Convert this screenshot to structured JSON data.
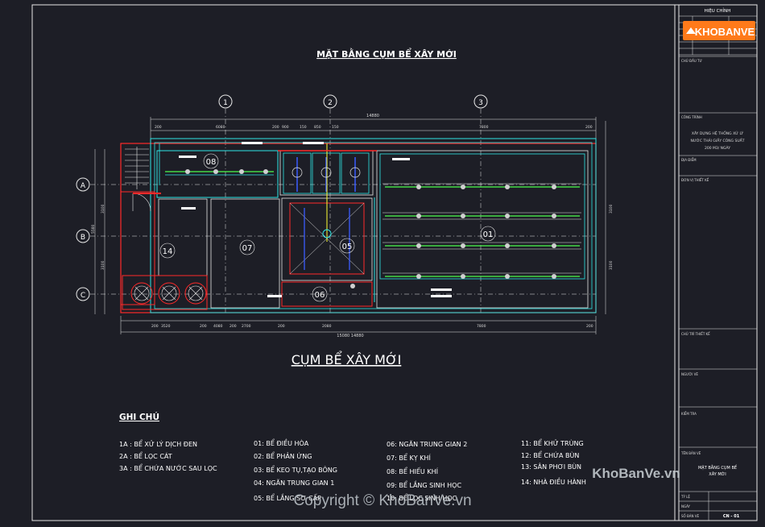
{
  "drawing": {
    "plan_title": "MẶT BẰNG CỤM BỂ XÂY MỚI",
    "main_caption": "CỤM BỂ XÂY MỚI",
    "grid_axes_numbers": [
      "1",
      "2",
      "3"
    ],
    "grid_axes_letters": [
      "A",
      "B",
      "C"
    ],
    "tank_labels": [
      "08",
      "07",
      "14",
      "05",
      "06",
      "01"
    ],
    "dims_top_total": "14880",
    "dims_top": [
      "200",
      "6080",
      "200",
      "900",
      "150",
      "850",
      "150",
      "7800",
      "200"
    ],
    "dims_bottom": [
      "200",
      "3520",
      "200",
      "4080",
      "200",
      "2700",
      "200",
      "2080",
      "7800",
      "200"
    ],
    "dims_bottom_total": "15080 14880",
    "dims_left": [
      "5580",
      "3100",
      "3100"
    ],
    "dims_right": [
      "3100",
      "3100"
    ]
  },
  "legend": {
    "title": "GHI CHÚ",
    "col1": [
      "1A : BỂ XỬ LÝ DỊCH ĐEN",
      "2A : BỂ LỌC CÁT",
      "3A : BỂ CHỨA NƯỚC SAU LỌC"
    ],
    "col2": [
      "01: BỂ ĐIỀU HÒA",
      "02: BỂ PHẢN ỨNG",
      "03: BỂ KEO TỤ,TẠO BÔNG",
      "04: NGĂN TRUNG GIAN 1",
      "05: BỂ LẮNG SƠ CẤP"
    ],
    "col3": [
      "06: NGĂN TRUNG GIAN 2",
      "07: BỂ KỴ KHÍ",
      "08: BỂ HIẾU KHÍ",
      "09: BỂ LẮNG SINH HỌC",
      "10: BỂ LỌC SINH HỌC"
    ],
    "col4": [
      "11: BỂ KHỬ TRÙNG",
      "12: BỂ CHỨA BÙN",
      "13: SÂN PHƠI BÙN",
      "14: NHÀ ĐIỀU HÀNH"
    ]
  },
  "title_block": {
    "revision": "HIỆU CHỈNH",
    "owner_label": "CHỦ ĐẦU TƯ",
    "project_label": "CÔNG TRÌNH",
    "project_name": [
      "XÂY DỰNG HỆ THỐNG XỬ LÝ",
      "NƯỚC THẢI GIẤY CÔNG SUẤT",
      "200 M3/ NGÀY"
    ],
    "address_label": "ĐỊA ĐIỂM",
    "design_unit": "ĐƠN VỊ THIẾT KẾ",
    "designer": "CHỦ TRÌ THIẾT KẾ",
    "drawer": "NGƯỜI VẼ",
    "checker": "KIỂM TRA",
    "drawing_name_label": "TÊN BẢN VẼ",
    "drawing_name": [
      "MẶT BẰNG CỤM BỂ",
      "XÂY MỚI"
    ],
    "scale_label": "TỶ LỆ",
    "date_label": "NGÀY",
    "sheet_label": "SỐ BẢN VẼ",
    "sheet_no": "CN - 01"
  },
  "watermark": {
    "logo_text": "KHOBANVE",
    "site": "KhoBanVe.vn",
    "copyright": "Copyright © KhoBanVe.vn"
  }
}
